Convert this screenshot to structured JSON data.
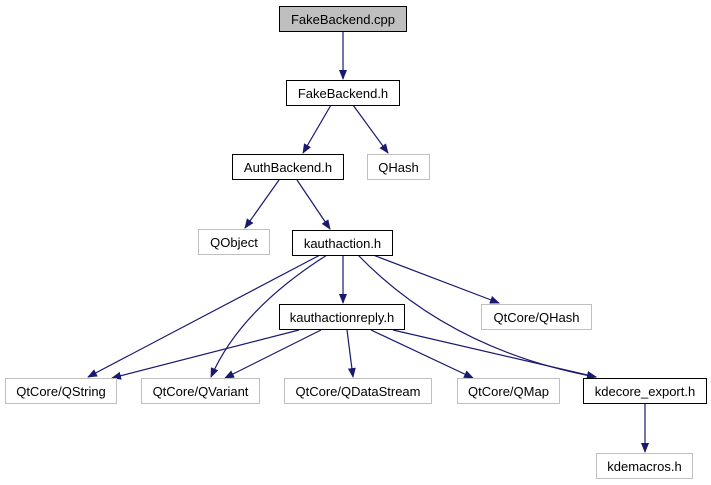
{
  "nodes": {
    "fakebackend_cpp": "FakeBackend.cpp",
    "fakebackend_h": "FakeBackend.h",
    "authbackend_h": "AuthBackend.h",
    "qhash": "QHash",
    "qobject": "QObject",
    "kauthaction_h": "kauthaction.h",
    "kauthactionreply_h": "kauthactionreply.h",
    "qtcore_qhash": "QtCore/QHash",
    "qtcore_qstring": "QtCore/QString",
    "qtcore_qvariant": "QtCore/QVariant",
    "qtcore_qdatastream": "QtCore/QDataStream",
    "qtcore_qmap": "QtCore/QMap",
    "kdecore_export_h": "kdecore_export.h",
    "kdemacros_h": "kdemacros.h"
  },
  "edges": [
    [
      "fakebackend_cpp",
      "fakebackend_h"
    ],
    [
      "fakebackend_h",
      "authbackend_h"
    ],
    [
      "fakebackend_h",
      "qhash"
    ],
    [
      "authbackend_h",
      "qobject"
    ],
    [
      "authbackend_h",
      "kauthaction_h"
    ],
    [
      "kauthaction_h",
      "kauthactionreply_h"
    ],
    [
      "kauthaction_h",
      "qtcore_qhash"
    ],
    [
      "kauthaction_h",
      "qtcore_qstring"
    ],
    [
      "kauthaction_h",
      "qtcore_qvariant"
    ],
    [
      "kauthaction_h",
      "kdecore_export_h"
    ],
    [
      "kauthactionreply_h",
      "qtcore_qstring"
    ],
    [
      "kauthactionreply_h",
      "qtcore_qvariant"
    ],
    [
      "kauthactionreply_h",
      "qtcore_qdatastream"
    ],
    [
      "kauthactionreply_h",
      "qtcore_qmap"
    ],
    [
      "kauthactionreply_h",
      "kdecore_export_h"
    ],
    [
      "kdecore_export_h",
      "kdemacros_h"
    ]
  ],
  "colors": {
    "edge": "#191970",
    "root_fill": "#bfbfbf",
    "external_border": "#bfbfbf"
  }
}
